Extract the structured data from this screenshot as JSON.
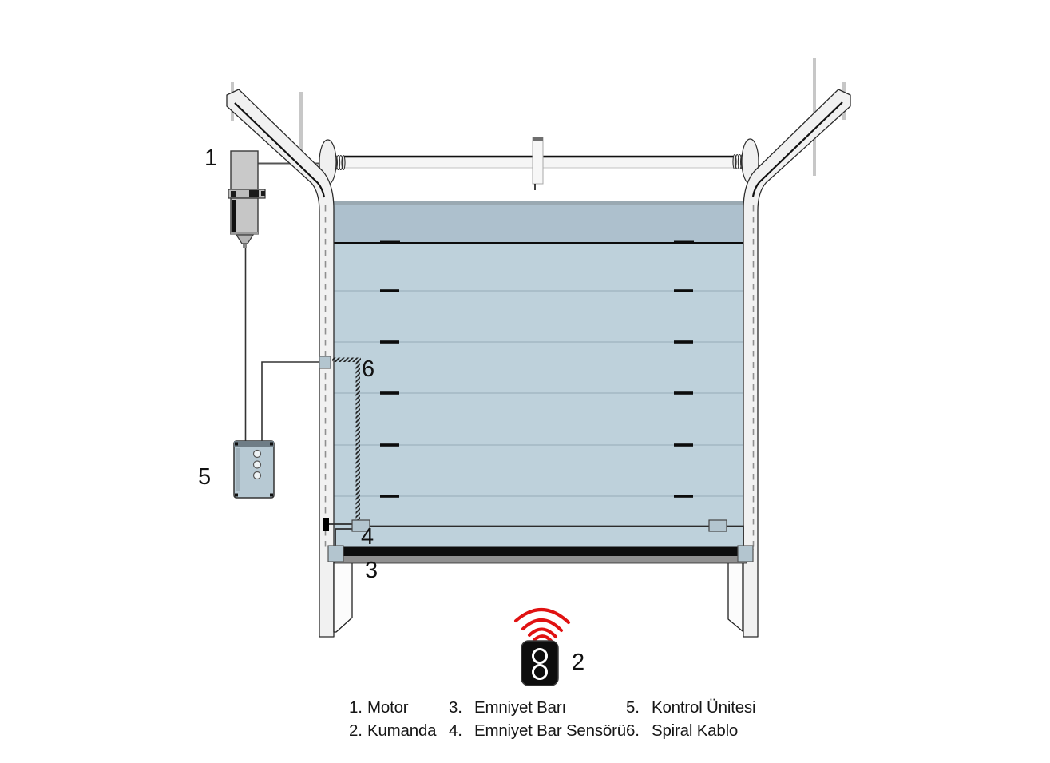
{
  "colors": {
    "door_panel": "#bed1db",
    "door_top_panel": "#adc0cd",
    "door_top_cap": "#9aa9b2",
    "panel_line": "#a3b8c3",
    "frame_fill": "#f1f1f1",
    "metal_gray": "#c9c9c9",
    "control_box": "#b7c9d3",
    "sensor_box": "#b3c5cf",
    "signal_red": "#e01212",
    "ink": "#161616"
  },
  "part_labels": {
    "motor": "1",
    "kumanda": "2",
    "emniyet_bari": "3",
    "emniyet_bar_sensoru": "4",
    "kontrol_unitesi": "5",
    "spiral_kablo": "6"
  },
  "legend": {
    "columns": [
      [
        {
          "num": "1.",
          "label": "Motor"
        },
        {
          "num": "2.",
          "label": "Kumanda"
        }
      ],
      [
        {
          "num": "3.",
          "label": "Emniyet Barı"
        },
        {
          "num": "4.",
          "label": "Emniyet Bar Sensörü"
        }
      ],
      [
        {
          "num": "5.",
          "label": "Kontrol Ünitesi"
        },
        {
          "num": "6.",
          "label": "Spiral Kablo"
        }
      ]
    ]
  }
}
